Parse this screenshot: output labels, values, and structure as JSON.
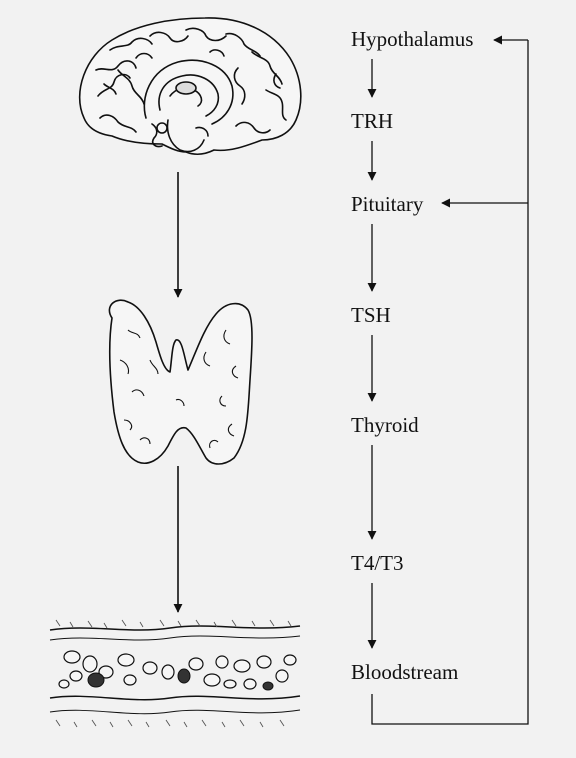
{
  "labels": {
    "hypothalamus": "Hypothalamus",
    "trh": "TRH",
    "pituitary": "Pituitary",
    "tsh": "TSH",
    "thyroid": "Thyroid",
    "t4t3": "T4/T3",
    "bloodstream": "Bloodstream"
  },
  "colors": {
    "background": "#f2f2f2",
    "ink": "#111111",
    "shading": "#555555"
  }
}
